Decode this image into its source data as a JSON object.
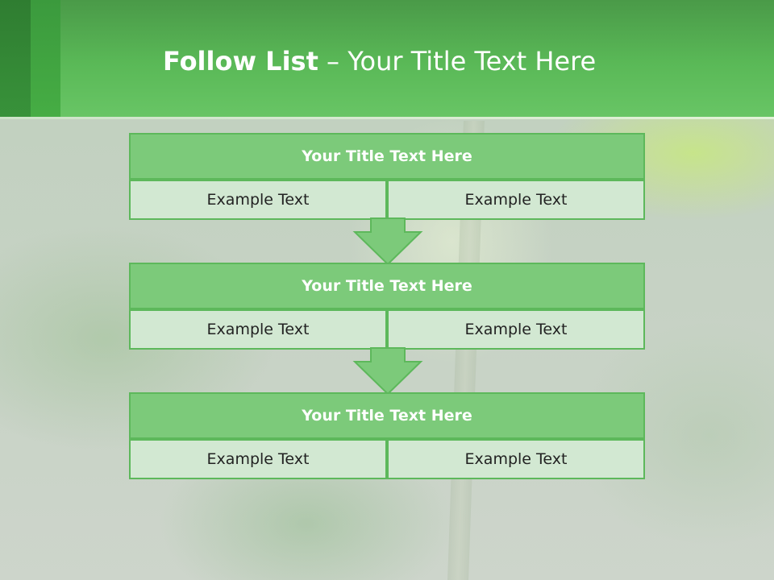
{
  "header": {
    "title_bold": "Follow List",
    "title_separator": " – ",
    "title_rest": "Your Title Text Here"
  },
  "blocks": [
    {
      "title": "Your Title Text Here",
      "left": "Example Text",
      "right": "Example Text"
    },
    {
      "title": "Your Title Text Here",
      "left": "Example Text",
      "right": "Example Text"
    },
    {
      "title": "Your Title Text Here",
      "left": "Example Text",
      "right": "Example Text"
    }
  ],
  "colors": {
    "header_green": "#5ab957",
    "title_box_fill": "#7cca7a",
    "cell_fill": "#d2e8d2",
    "border_green": "#5db85b"
  }
}
